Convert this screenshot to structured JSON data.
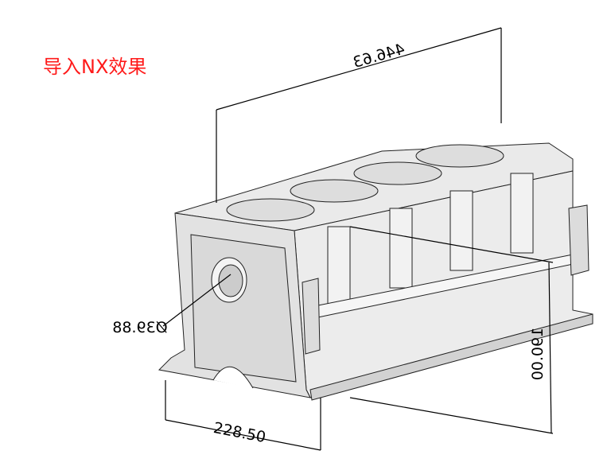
{
  "title": "导入NX效果",
  "dimensions": {
    "length": "446.63",
    "bore": "Ø39.88",
    "height": "190.00",
    "width": "228.50"
  },
  "colors": {
    "title": "#ff1a1a",
    "part": "#e6e6e6",
    "shade": "#cfcfcf"
  }
}
